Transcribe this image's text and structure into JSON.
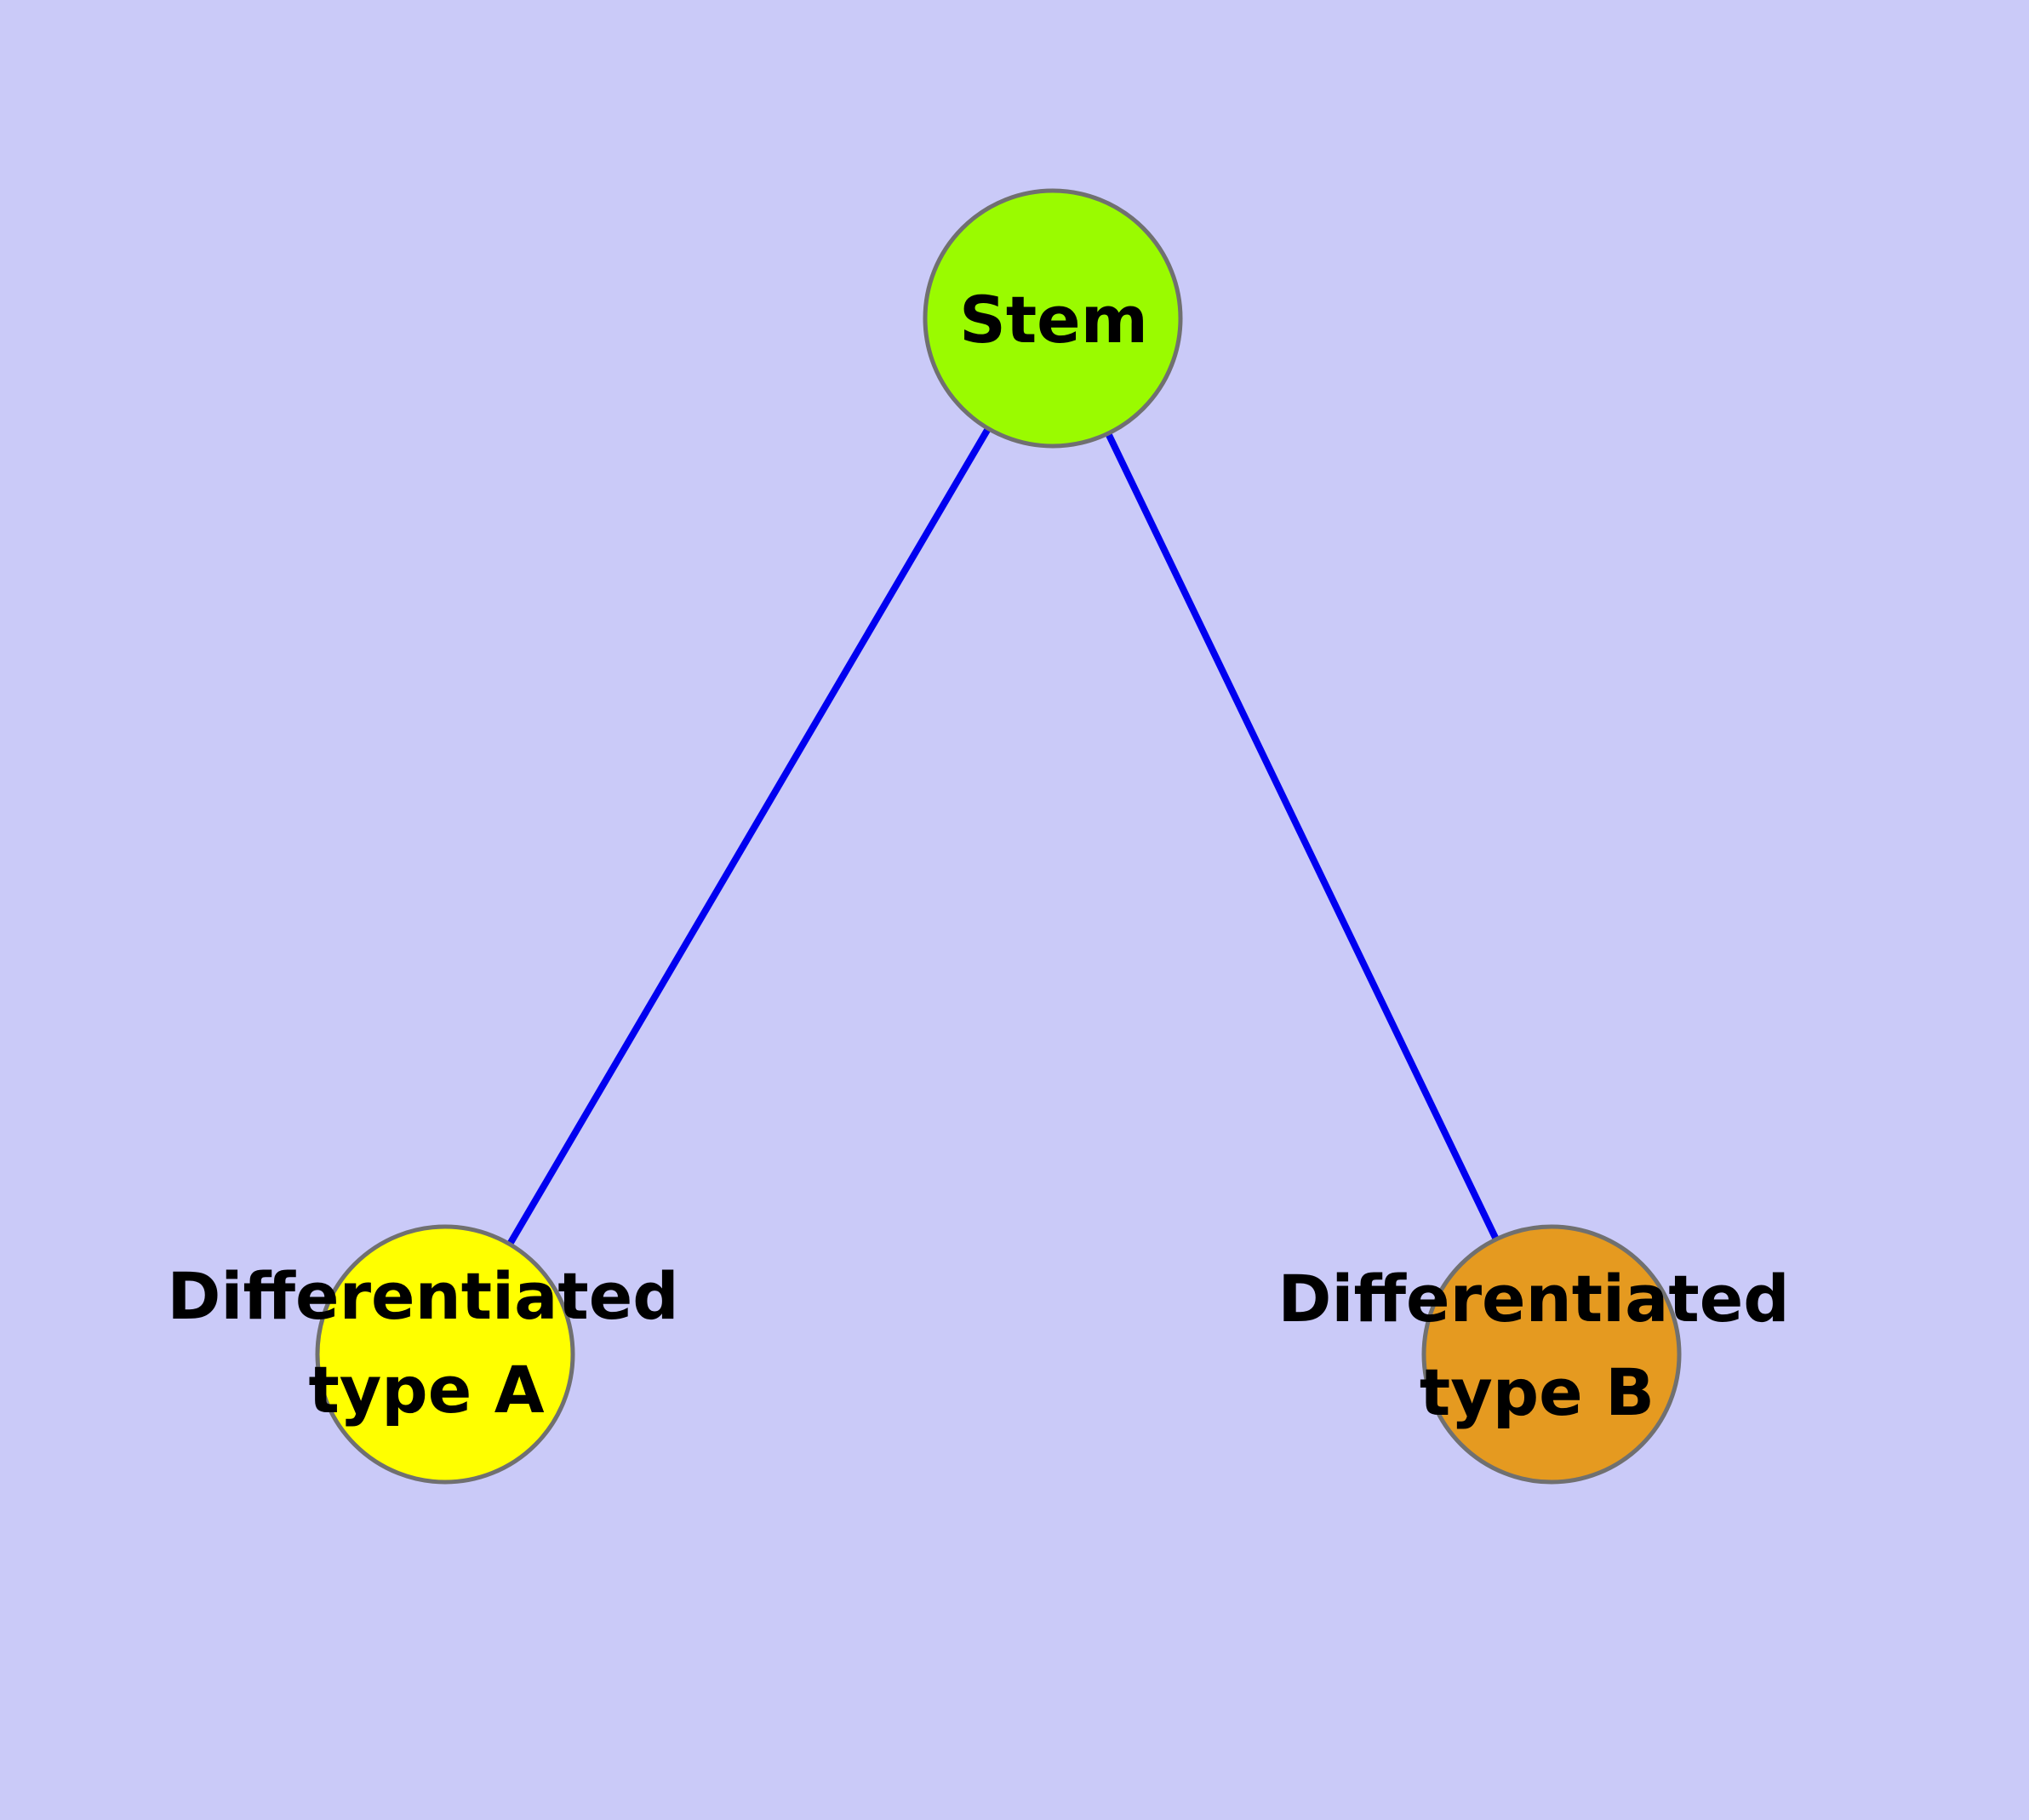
{
  "colors": {
    "background": "#CACAF8",
    "edge": "#0000F0",
    "node_border": "#707070",
    "label_text": "#000000"
  },
  "nodes": {
    "stem": {
      "label": "Stem",
      "fill": "#9AFB00"
    },
    "type_a": {
      "label_line1": "Differentiated",
      "label_line2": "type A",
      "fill": "#FFFF00"
    },
    "type_b": {
      "label_line1": "Differentiated",
      "label_line2": "type B",
      "fill": "#E59A20"
    }
  },
  "edges": [
    {
      "from": "Stem",
      "to": "Differentiated type A"
    },
    {
      "from": "Stem",
      "to": "Differentiated type B"
    }
  ]
}
